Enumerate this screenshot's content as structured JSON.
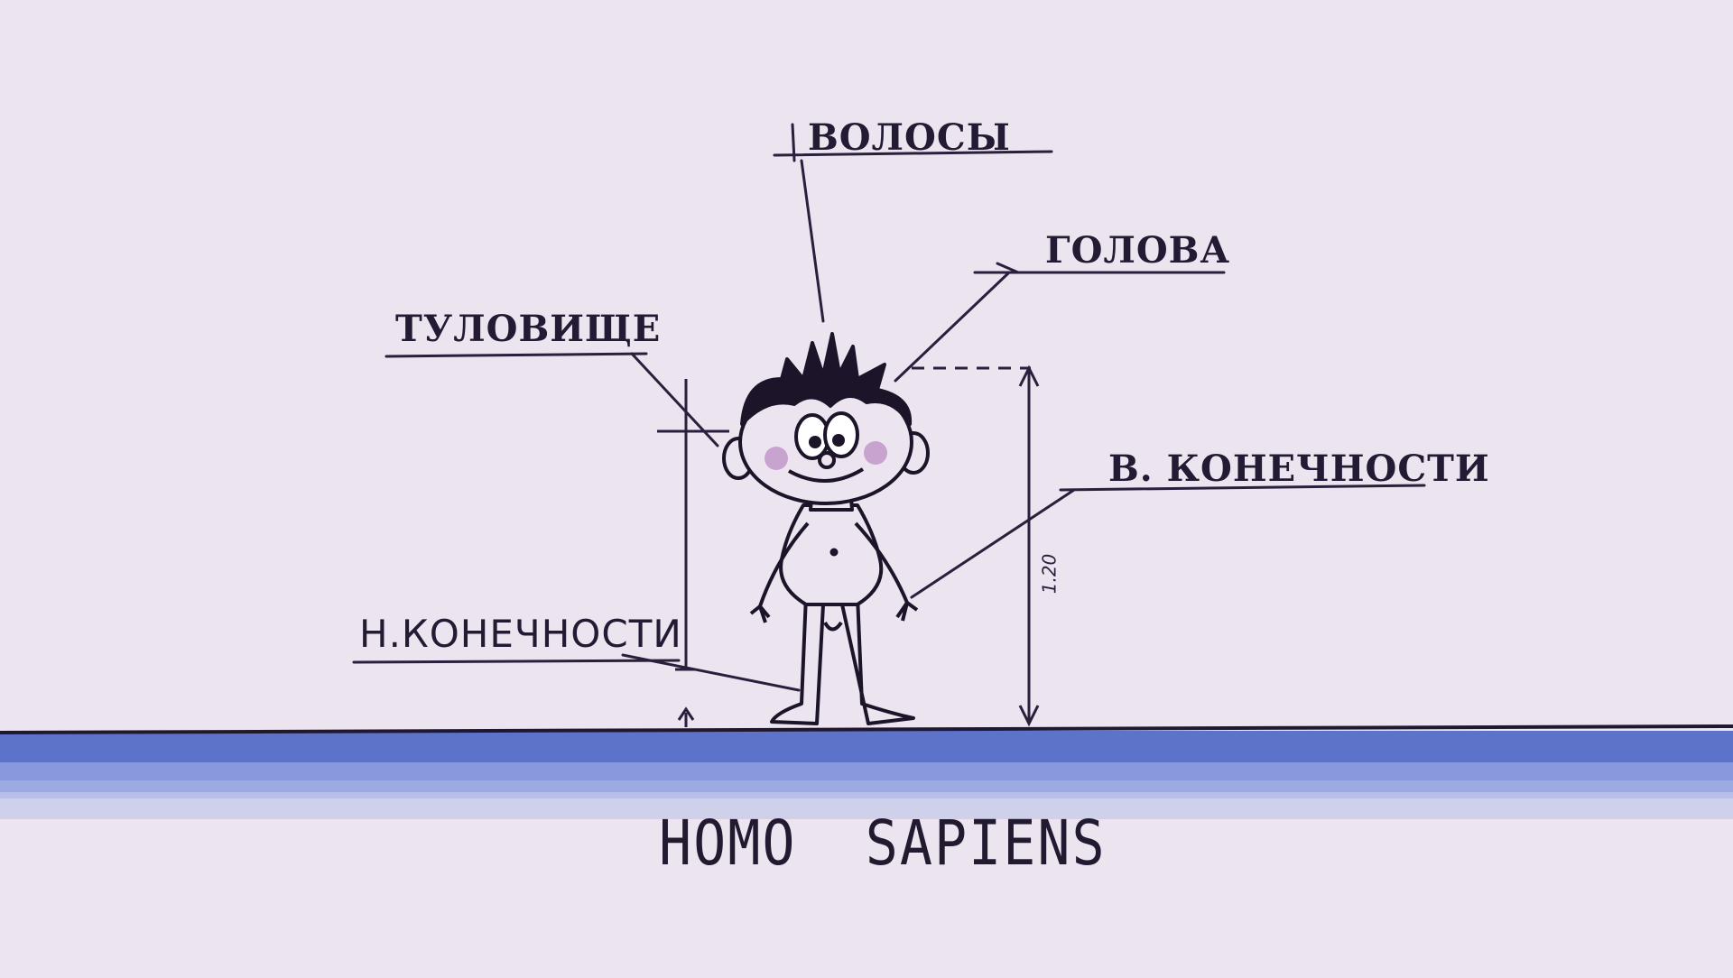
{
  "labels": {
    "hair": "ВОЛОСЫ",
    "head": "ГОЛОВА",
    "torso": "ТУЛОВИЩЕ",
    "upper_limbs": "В. КОНЕЧНОСТИ",
    "lower_limbs": "Н.КОНЕЧНОСТИ"
  },
  "dimension": {
    "height_label": "1.20"
  },
  "caption": "HOMO  SAPIENS",
  "colors": {
    "background": "#ece4ee",
    "ink": "#231a33",
    "ground_dark": "#5a6ec8",
    "ground_light": "#a9b6e3",
    "cheek": "#c9a3cf"
  }
}
